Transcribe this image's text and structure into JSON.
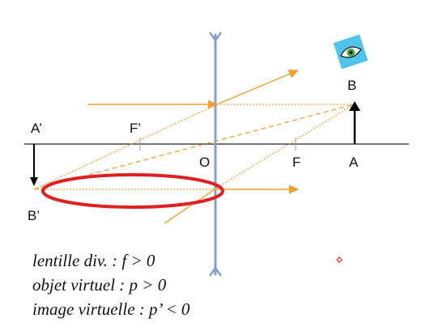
{
  "labels": {
    "a_prime": "A’",
    "f_prime": "F’",
    "o": "O",
    "f": "F",
    "a": "A",
    "b": "B",
    "b_prime": "B’"
  },
  "captions": [
    "lentille div. :  f > 0",
    "objet virtuel : p > 0",
    "image virtuelle : p’ < 0"
  ],
  "colors": {
    "axis": "#222222",
    "lens": "#7FA3C7",
    "ray": "#F0A030",
    "highlight": "#E02020",
    "eye_bg": "#4FC3E8",
    "eye_iris": "#3FAE3F"
  },
  "icons": {
    "observer": "eye-icon"
  }
}
